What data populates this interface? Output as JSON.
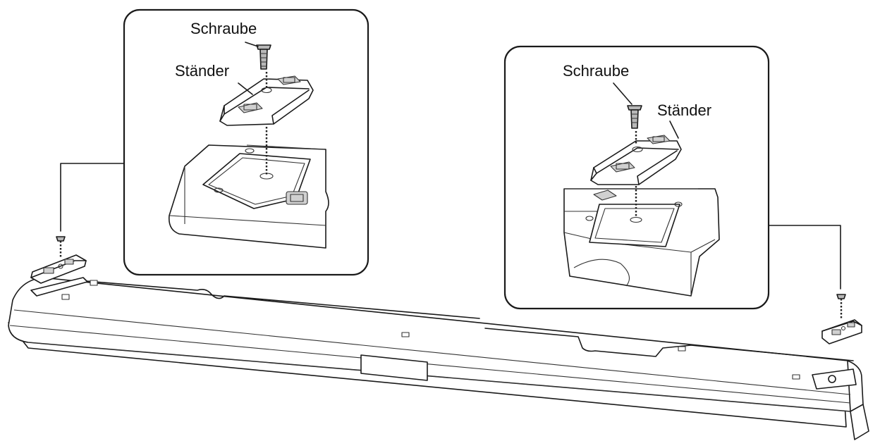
{
  "labels": {
    "left_screw": "Schraube",
    "left_stand": "Ständer",
    "right_screw": "Schraube",
    "right_stand": "Ständer"
  },
  "colors": {
    "line": "#1a1a1a",
    "background": "#ffffff",
    "shade": "#d0d0d0"
  },
  "icons": [
    "screw-icon",
    "stand-foot-icon",
    "soundbar-icon"
  ]
}
